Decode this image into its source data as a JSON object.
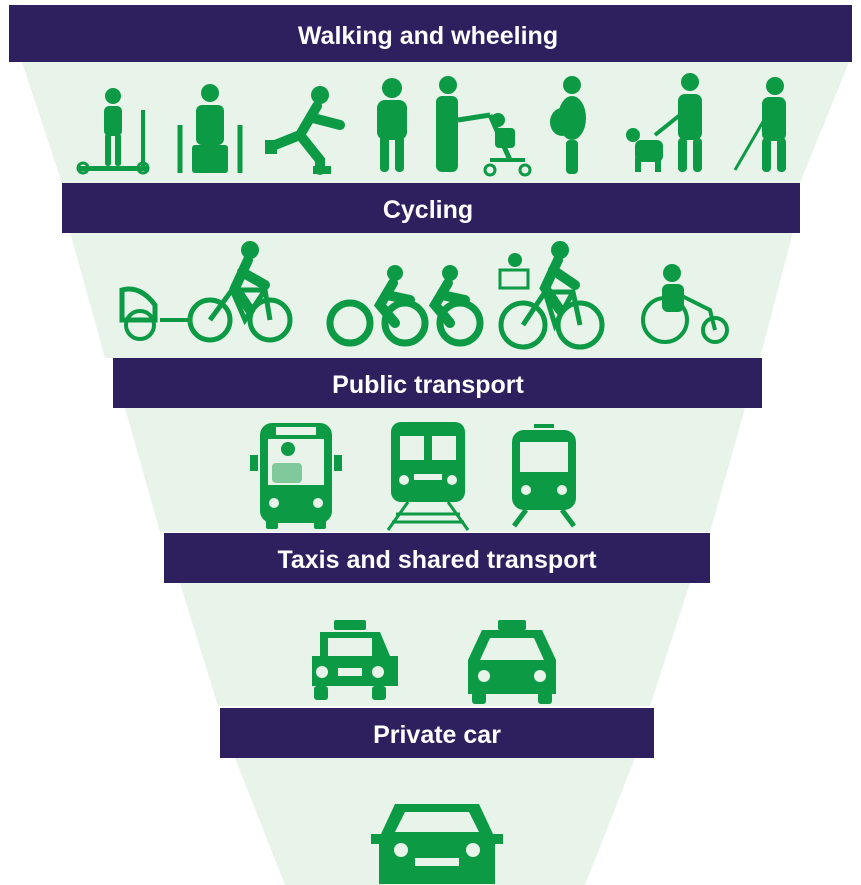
{
  "colors": {
    "band": "#2e1f5e",
    "panel": "#e8f3ea",
    "icon": "#0c9a45",
    "label": "#ffffff",
    "icon_light": "#7fc99a"
  },
  "tiers": [
    {
      "label": "Walking and wheeling",
      "icons": [
        "kick-scooter-person-icon",
        "wheelchair-user-icon",
        "roller-skater-icon",
        "standing-person-icon",
        "person-pushing-pram-icon",
        "pregnant-woman-icon",
        "person-with-guide-dog-icon",
        "person-with-white-cane-icon"
      ]
    },
    {
      "label": "Cycling",
      "icons": [
        "bicycle-with-child-trailer-icon",
        "tandem-bicycle-icon",
        "bicycle-with-child-seat-icon",
        "hand-cycle-icon"
      ]
    },
    {
      "label": "Public transport",
      "icons": [
        "bus-icon",
        "train-icon",
        "tram-icon"
      ]
    },
    {
      "label": "Taxis and shared transport",
      "icons": [
        "taxi-side-icon",
        "taxi-front-icon"
      ]
    },
    {
      "label": "Private car",
      "icons": [
        "car-front-icon"
      ]
    }
  ]
}
